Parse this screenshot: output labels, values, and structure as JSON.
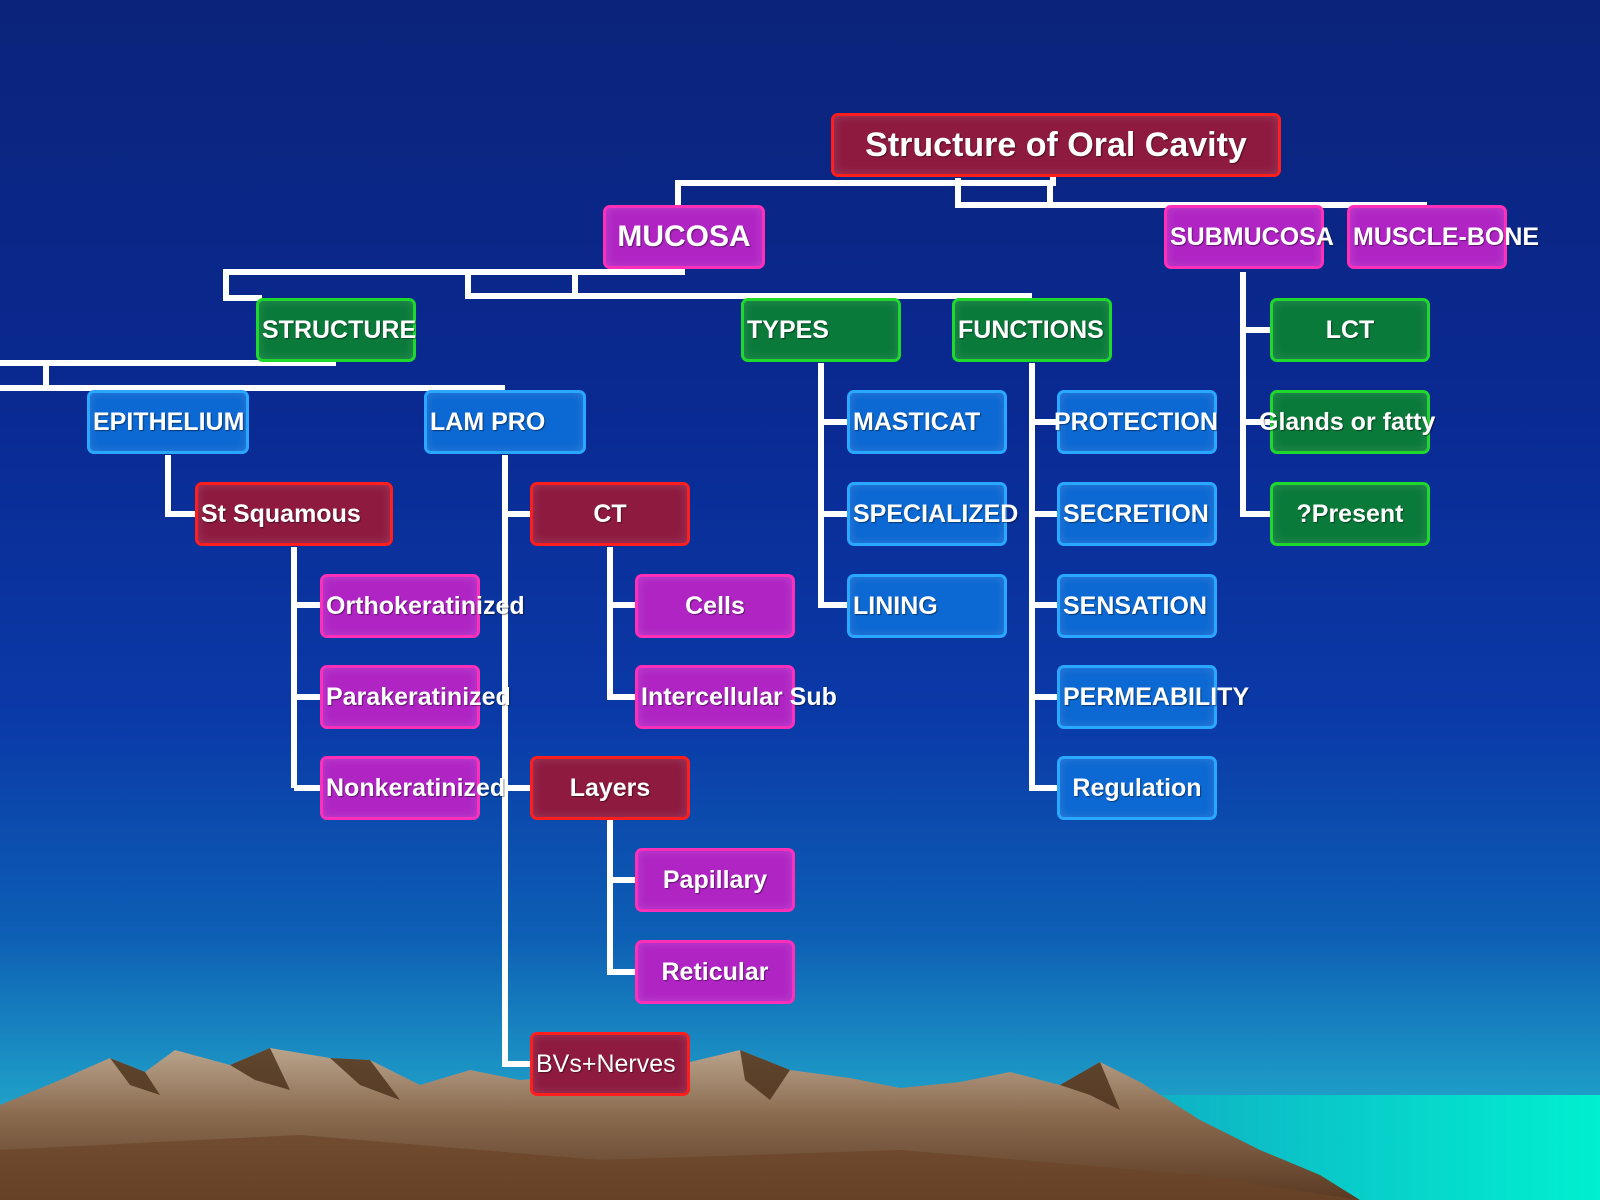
{
  "slide": {
    "title": "Structure of Oral Cavity",
    "nodes": {
      "mucosa": "MUCOSA",
      "submucosa": "SUBMUCOSA",
      "muscle_bone": "MUSCLE-BONE",
      "structure": "STRUCTURE",
      "types": "TYPES",
      "functions": "FUNCTIONS",
      "lct": "LCT",
      "glands": "Glands or fatty",
      "present": "?Present",
      "epithelium": "EPITHELIUM",
      "lam_pro": "LAM PRO",
      "masticat": "MASTICAT",
      "specialized": "SPECIALIZED",
      "lining": "LINING",
      "protection": "PROTECTION",
      "secretion": "SECRETION",
      "sensation": "SENSATION",
      "permeability": "PERMEABILITY",
      "regulation": "Regulation",
      "st_squamous": "St Squamous",
      "orthokeratinized": "Orthokeratinized",
      "parakeratinized": "Parakeratinized",
      "nonkeratinized": "Nonkeratinized",
      "ct": "CT",
      "cells": "Cells",
      "intercellular_sub": "Intercellular Sub",
      "layers": "Layers",
      "papillary": "Papillary",
      "reticular": "Reticular",
      "bvs_nerves": "BVs+Nerves"
    }
  },
  "colors": {
    "red_fill": "#8e1a40",
    "red_border": "#ff1e1e",
    "magenta_fill": "#8b27c8",
    "magenta_border": "#ff2fb9",
    "green_fill": "#0a7a3a",
    "green_border": "#1ed92c",
    "blue_fill": "#0c68d2",
    "blue_border": "#2aa8ff",
    "connector": "#ffffff"
  }
}
